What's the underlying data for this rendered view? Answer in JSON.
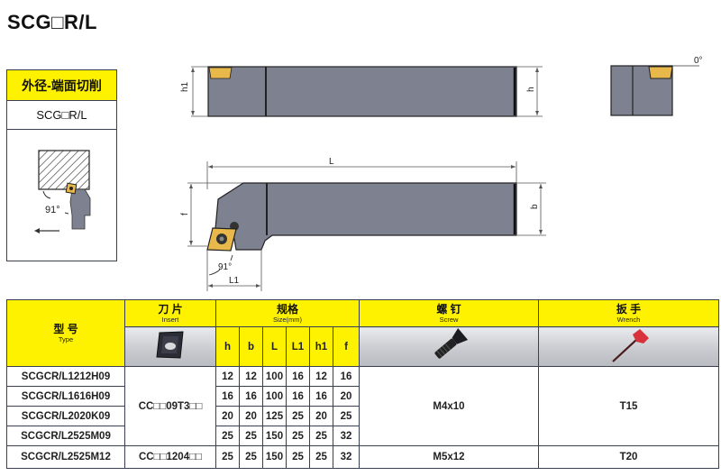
{
  "page": {
    "title": "SCG□R/L"
  },
  "left_panel": {
    "category_label": "外径-端面切削",
    "code": "SCG□R/L",
    "diagram": {
      "angle_label": "91°",
      "feed_direction": "left-arrow-icon"
    }
  },
  "drawings": {
    "top_view": {
      "h1_label": "h1",
      "h_label": "h"
    },
    "end_view": {
      "angle_label": "0°"
    },
    "plan_view": {
      "L_label": "L",
      "f_label": "f",
      "b_label": "b",
      "L1_label": "L1",
      "angle_label": "91°"
    }
  },
  "colors": {
    "header_yellow": "#fff200",
    "tool_body": "#7e8290",
    "insert_gold": "#e8b84a",
    "border": "#3a3f52"
  },
  "table": {
    "headers": {
      "type_cn": "型 号",
      "type_en": "Type",
      "insert_cn": "刀 片",
      "insert_en": "Insert",
      "size_cn": "规格",
      "size_en": "Size(mm)",
      "screw_cn": "螺 钉",
      "screw_en": "Screw",
      "wrench_cn": "扳 手",
      "wrench_en": "Wrench",
      "size_columns": [
        "h",
        "b",
        "L",
        "L1",
        "h1",
        "f"
      ]
    },
    "images": {
      "insert": "insert-icon",
      "screw": "screw-icon",
      "wrench": "wrench-icon"
    },
    "rows": [
      {
        "type": "SCGCR/L1212H09",
        "h": "12",
        "b": "12",
        "L": "100",
        "L1": "16",
        "h1": "12",
        "f": "16"
      },
      {
        "type": "SCGCR/L1616H09",
        "h": "16",
        "b": "16",
        "L": "100",
        "L1": "16",
        "h1": "16",
        "f": "20"
      },
      {
        "type": "SCGCR/L2020K09",
        "h": "20",
        "b": "20",
        "L": "125",
        "L1": "25",
        "h1": "20",
        "f": "25"
      },
      {
        "type": "SCGCR/L2525M09",
        "h": "25",
        "b": "25",
        "L": "150",
        "L1": "25",
        "h1": "25",
        "f": "32"
      },
      {
        "type": "SCGCR/L2525M12",
        "h": "25",
        "b": "25",
        "L": "150",
        "L1": "25",
        "h1": "25",
        "f": "32"
      }
    ],
    "groups": [
      {
        "insert": "CC□□09T3□□",
        "screw": "M4x10",
        "wrench": "T15",
        "rows": 4
      },
      {
        "insert": "CC□□1204□□",
        "screw": "M5x12",
        "wrench": "T20",
        "rows": 1
      }
    ]
  }
}
